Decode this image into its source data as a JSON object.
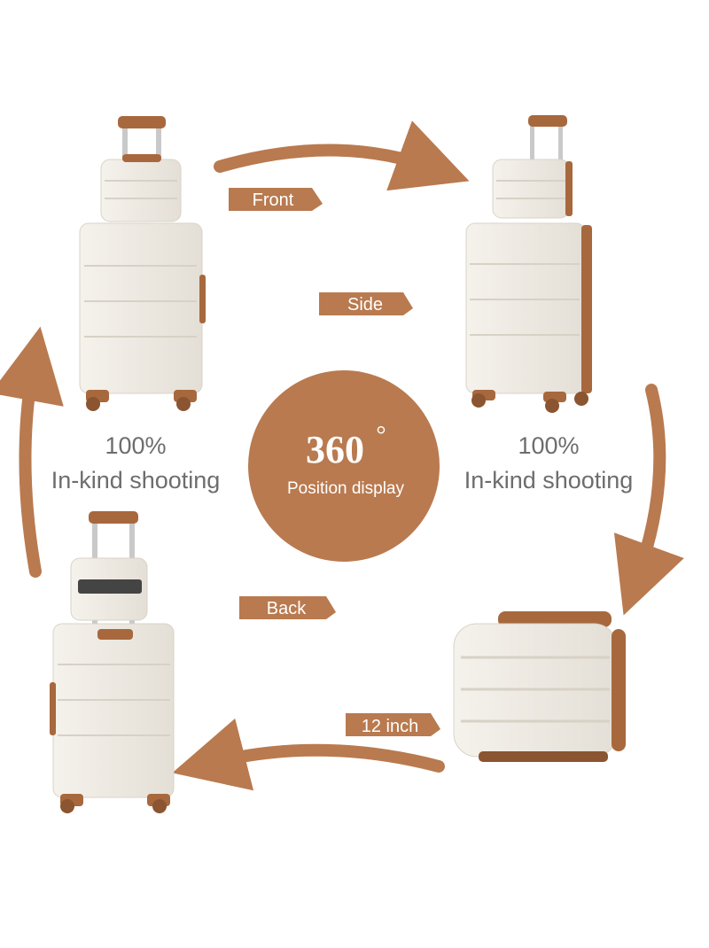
{
  "colors": {
    "accent": "#b97a4f",
    "shell": "#eeeae3",
    "trim": "#a8683d",
    "text_gray": "#6d6d6d"
  },
  "labels": {
    "front": "Front",
    "side": "Side",
    "back": "Back",
    "size": "12 inch"
  },
  "left_caption": {
    "line1": "100%",
    "line2": "In-kind shooting"
  },
  "right_caption": {
    "line1": "100%",
    "line2": "In-kind shooting"
  },
  "center": {
    "number": "360",
    "degree": "°",
    "subtitle": "Position display"
  },
  "icons": [
    "arrow-icon",
    "luggage-set-image",
    "vanity-case-image"
  ]
}
